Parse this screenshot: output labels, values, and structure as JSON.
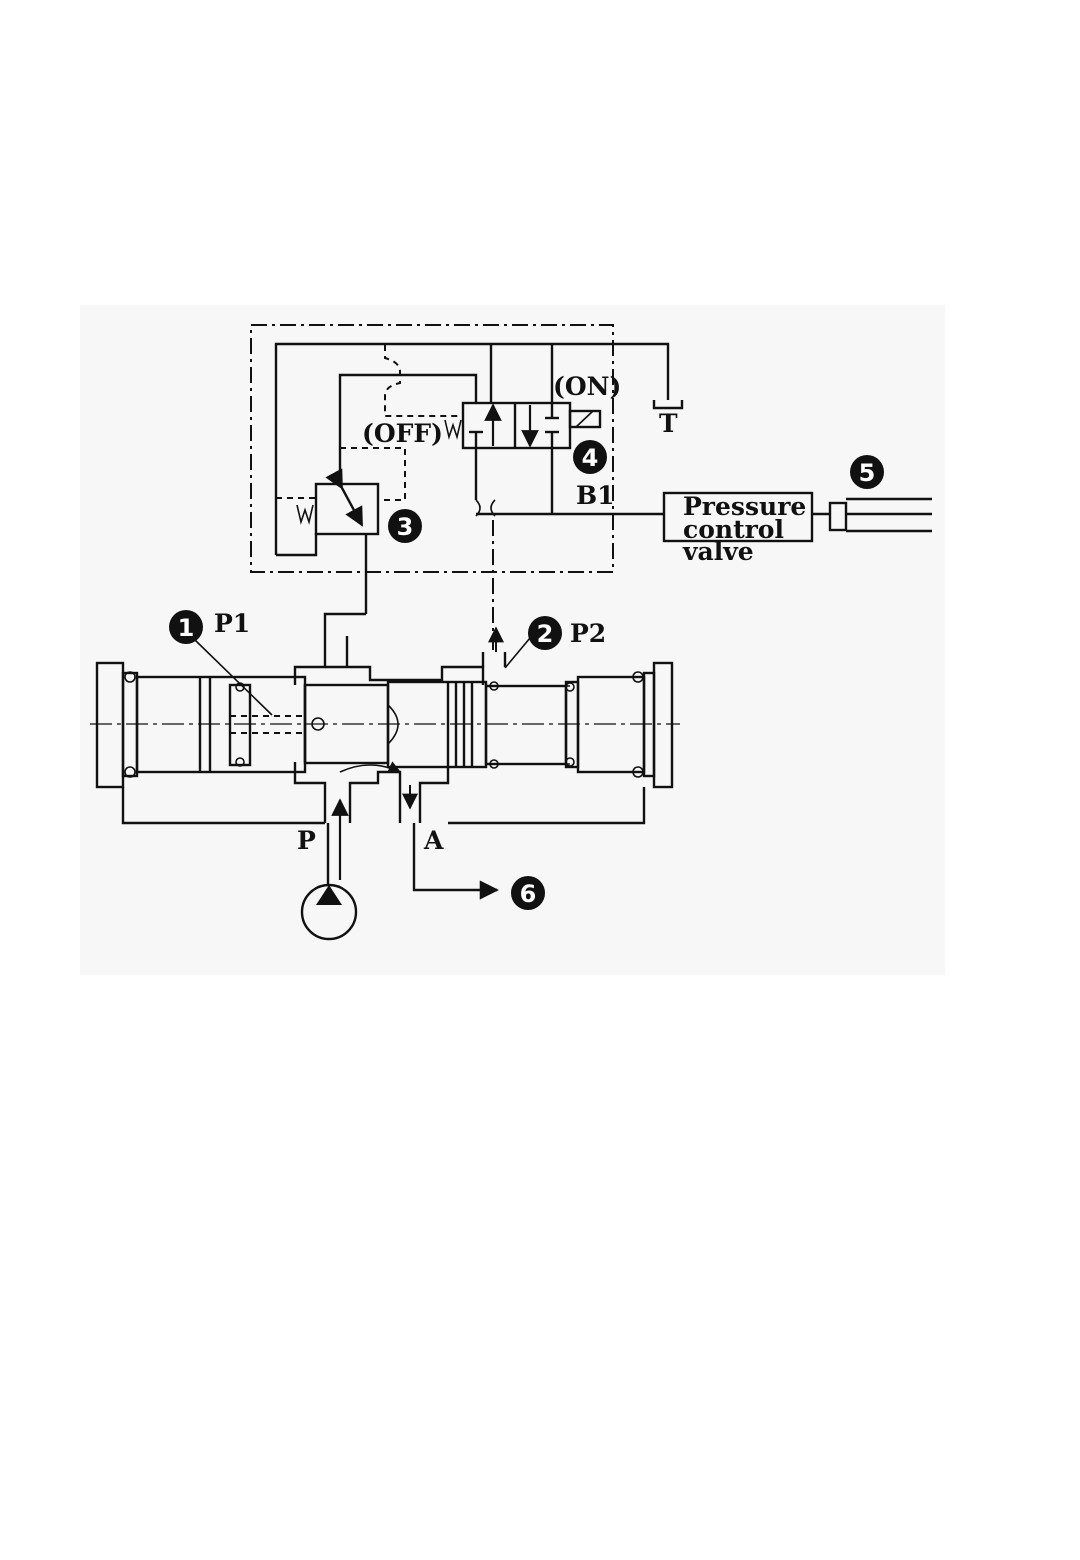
{
  "labels": {
    "on": "(ON)",
    "off": "(OFF)",
    "tank": "T",
    "b1": "B1",
    "p1": "P1",
    "p2": "P2",
    "port_p": "P",
    "port_a": "A",
    "pcv_line1": "Pressure",
    "pcv_line2": "control",
    "pcv_line3": "valve"
  },
  "callouts": [
    "1",
    "2",
    "3",
    "4",
    "5",
    "6"
  ],
  "colors": {
    "ink": "#111111",
    "background": "#ffffff",
    "panel": "#f7f7f7"
  }
}
